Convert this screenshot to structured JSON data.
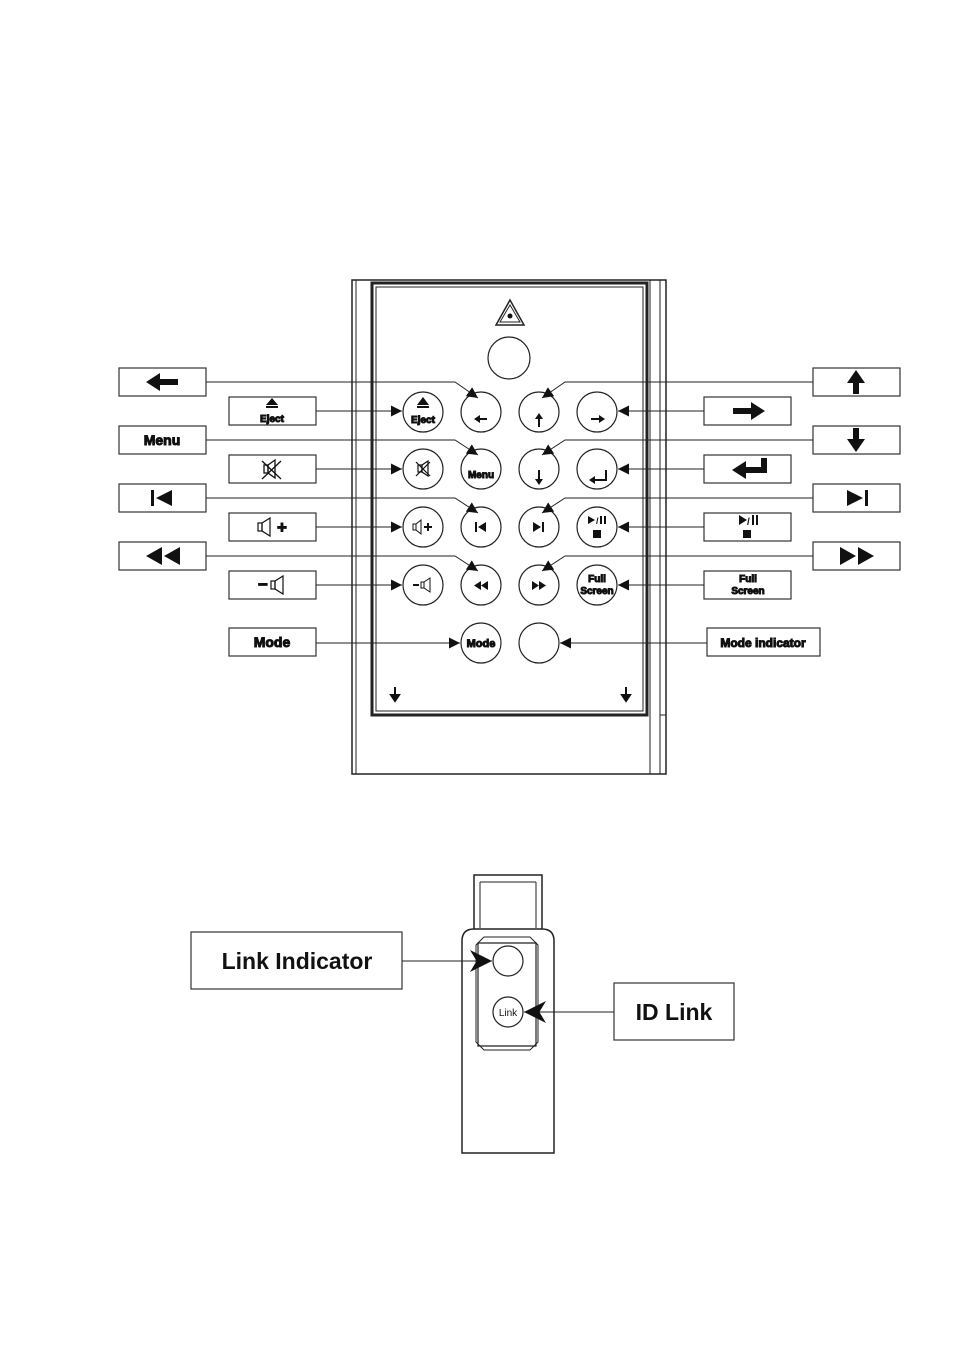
{
  "remote": {
    "callouts": {
      "left": [
        {
          "icon": "left-arrow-icon"
        },
        {
          "text": "Eject",
          "icon": "eject-icon"
        },
        {
          "text": "Menu"
        },
        {
          "icon": "mute-icon"
        },
        {
          "icon": "previous-track-icon"
        },
        {
          "text": "+",
          "icon": "volume-up-icon"
        },
        {
          "icon": "rewind-icon"
        },
        {
          "text": "−",
          "icon": "volume-down-icon"
        },
        {
          "text": "Mode"
        }
      ],
      "right": [
        {
          "icon": "up-arrow-icon"
        },
        {
          "icon": "right-arrow-icon"
        },
        {
          "icon": "down-arrow-icon"
        },
        {
          "icon": "enter-icon"
        },
        {
          "icon": "next-track-icon"
        },
        {
          "icon": "play-pause-stop-icon"
        },
        {
          "icon": "fast-forward-icon"
        },
        {
          "text": [
            "Full",
            "Screen"
          ]
        },
        {
          "text": "Mode indicator"
        }
      ]
    },
    "buttons": {
      "eject": "Eject",
      "menu": "Menu",
      "full_screen": [
        "Full",
        "Screen"
      ],
      "mode": "Mode"
    }
  },
  "dongle": {
    "link_indicator_label": "Link Indicator",
    "id_link_label": "ID Link",
    "link_button": "Link"
  }
}
